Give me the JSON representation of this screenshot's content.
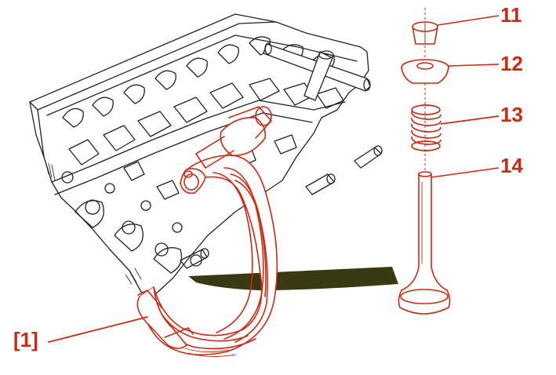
{
  "diagram": {
    "colors": {
      "accent": "#cc2a12",
      "line": "#222222",
      "shadow": "#3a3a12",
      "background": "#ffffff"
    },
    "callouts": [
      {
        "id": "11",
        "label": "11",
        "part_icon": "valve-cotter-icon"
      },
      {
        "id": "12",
        "label": "12",
        "part_icon": "valve-spring-retainer-icon"
      },
      {
        "id": "13",
        "label": "13",
        "part_icon": "valve-spring-icon"
      },
      {
        "id": "14",
        "label": "14",
        "part_icon": "valve-icon"
      }
    ],
    "tool": {
      "label": "[1]",
      "icon": "valve-spring-compressor-icon"
    },
    "block_icon": "cylinder-head-icon"
  }
}
